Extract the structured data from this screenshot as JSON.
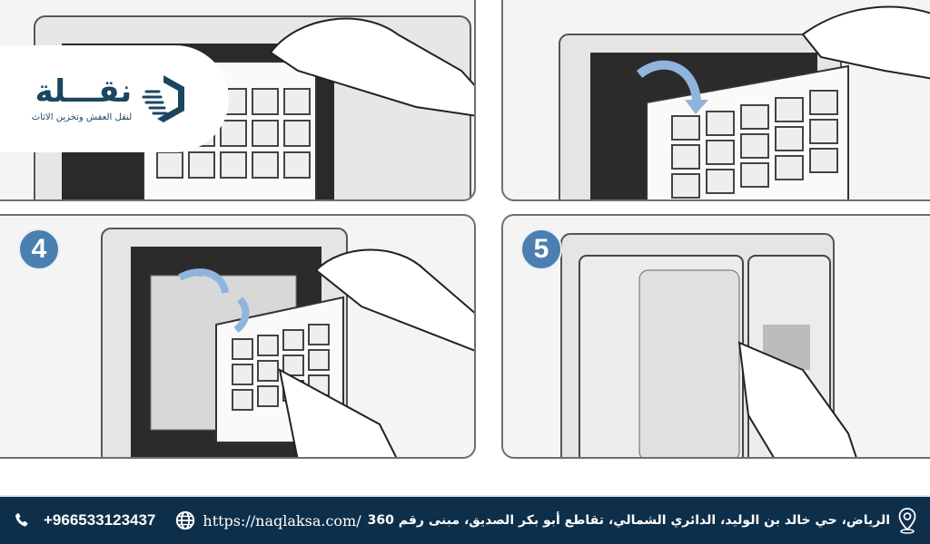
{
  "brand": {
    "name": "نقـــلة",
    "tagline": "لنقل العفش وتخزين الاثاث",
    "color": "#1a4660"
  },
  "steps": [
    {
      "number": "",
      "panel": "top-left",
      "description": "hand pulling filter out of unit"
    },
    {
      "number": "",
      "panel": "top-right",
      "description": "filter swinging out with blue curved arrow"
    },
    {
      "number": "4",
      "panel": "bottom-left",
      "description": "inserting new filter with blue arrows"
    },
    {
      "number": "5",
      "panel": "bottom-right",
      "description": "closing the front panel by pressing latch"
    }
  ],
  "accent_color": "#4a7fb0",
  "footer": {
    "phone": "+966533123437",
    "website": "https://naqlaksa.com/",
    "address": "الرياض، حي خالد بن الوليد، الدائري الشمالي، تقاطع أبو بكر الصديق، مبنى رقم 360",
    "background": "#0e2f4a"
  }
}
